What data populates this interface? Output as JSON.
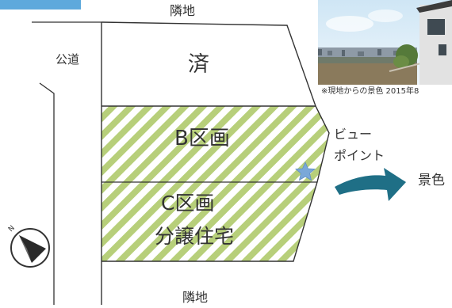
{
  "map": {
    "neighbor_top": "隣地",
    "neighbor_bottom": "隣地",
    "public_road": "公道",
    "lot_sold": "済",
    "lot_b": "B区画",
    "lot_c_line1": "C区画",
    "lot_c_line2": "分譲住宅",
    "viewpoint_line1": "ビュー",
    "viewpoint_line2": "ポイント",
    "view_label": "景色",
    "photo_caption": "※現地からの景色 2015年8",
    "compass_label": "N"
  },
  "colors": {
    "lot_hatch": "#b7cf7a",
    "view_arrow": "#1f6f86",
    "star": "#7aa8d8",
    "corner_tag": "#5ea9dc",
    "outline": "#333333"
  }
}
